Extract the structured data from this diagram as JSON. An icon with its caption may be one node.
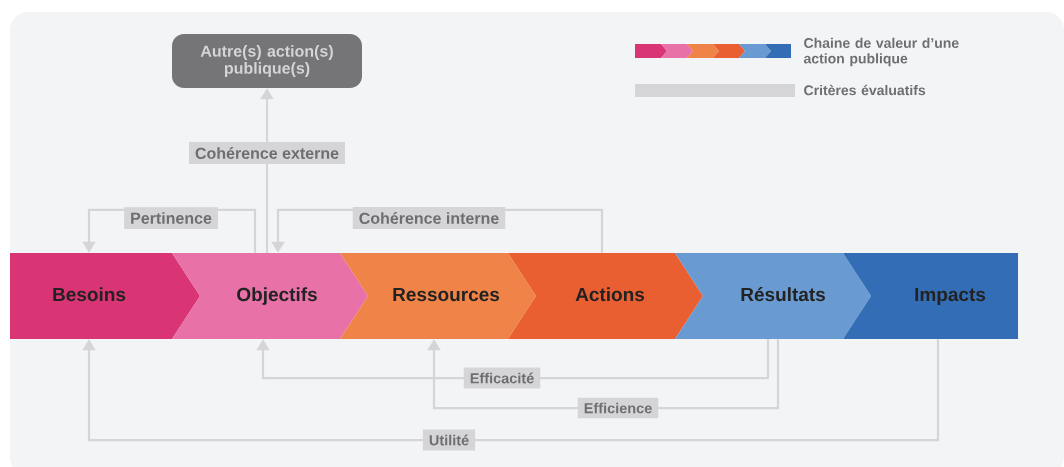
{
  "diagram": {
    "nodes": [
      {
        "text": [
          "Autre(s) action(s) publique(s)"
        ]
      },
      {
        "text": [
          "Besoins"
        ]
      },
      {
        "text": [
          "Objectifs"
        ]
      },
      {
        "text": [
          "Ressources"
        ]
      },
      {
        "text": [
          "Actions"
        ]
      },
      {
        "text": [
          "Résultats"
        ]
      },
      {
        "text": [
          "Impacts"
        ]
      }
    ],
    "edges": [
      {
        "from": 2,
        "to": 0,
        "arrow": "to",
        "label": "Cohérence externe"
      },
      {
        "from": 2,
        "to": 1,
        "arrow": "to",
        "label": "Pertinence"
      },
      {
        "from": 4,
        "to": 2,
        "arrow": "to",
        "label": "Cohérence interne"
      },
      {
        "from": 5,
        "to": 2,
        "arrow": "to",
        "label": "Efficacité"
      },
      {
        "from": 5,
        "to": 3,
        "arrow": "to",
        "label": "Efficience"
      },
      {
        "from": 6,
        "to": 1,
        "arrow": "to",
        "label": "Utilité"
      }
    ],
    "legend": [
      {
        "text": "Chaine de valeur d’une action publique"
      },
      {
        "text": "Critères évaluatifs",
        "color": "#d5d5d7"
      }
    ]
  }
}
